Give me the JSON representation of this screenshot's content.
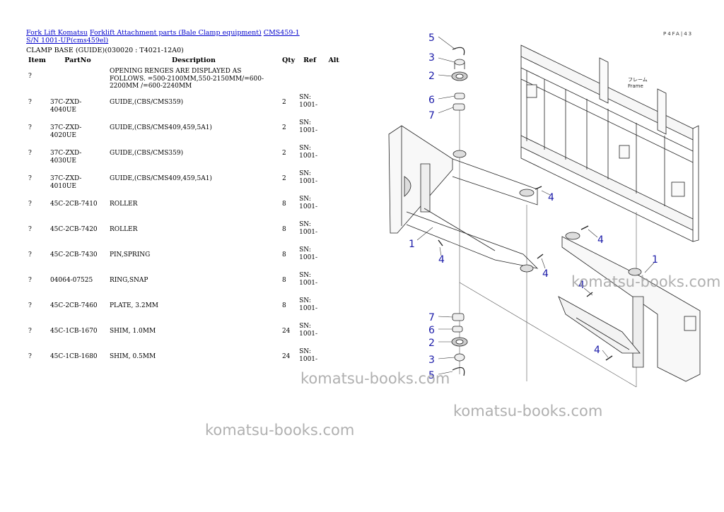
{
  "breadcrumbs": [
    {
      "label": "Fork Lift Komatsu"
    },
    {
      "label": "Forklift Attachment parts (Bale Clamp equipment)"
    },
    {
      "label": "CMS459-1 S/N 1001-UP(cms459el)"
    }
  ],
  "subtitle": "CLAMP BASE (GUIDE)(030020 : T4021-12A0)",
  "table": {
    "headers": [
      "Item",
      "PartNo",
      "Description",
      "Qty",
      "Ref",
      "Alt"
    ],
    "rows": [
      {
        "item": "?",
        "part": "",
        "desc": "OPENING RENGES ARE DISPLAYED AS FOLLOWS. =500-2100MM,550-2150MM/=600-2200MM /=600-2240MM",
        "qty": "",
        "ref": ""
      },
      {
        "item": "?",
        "part": "37C-ZXD-4040UE",
        "desc": "GUIDE,(CBS/CMS359)",
        "qty": "2",
        "ref": "SN: 1001-"
      },
      {
        "item": "?",
        "part": "37C-ZXD-4020UE",
        "desc": "GUIDE,(CBS/CMS409,459,5A1)",
        "qty": "2",
        "ref": "SN: 1001-"
      },
      {
        "item": "?",
        "part": "37C-ZXD-4030UE",
        "desc": "GUIDE,(CBS/CMS359)",
        "qty": "2",
        "ref": "SN: 1001-"
      },
      {
        "item": "?",
        "part": "37C-ZXD-4010UE",
        "desc": "GUIDE,(CBS/CMS409,459,5A1)",
        "qty": "2",
        "ref": "SN: 1001-"
      },
      {
        "item": "?",
        "part": "45C-2CB-7410",
        "desc": "ROLLER",
        "qty": "8",
        "ref": "SN: 1001-"
      },
      {
        "item": "?",
        "part": "45C-2CB-7420",
        "desc": "ROLLER",
        "qty": "8",
        "ref": "SN: 1001-"
      },
      {
        "item": "?",
        "part": "45C-2CB-7430",
        "desc": "PIN,SPRING",
        "qty": "8",
        "ref": "SN: 1001-"
      },
      {
        "item": "?",
        "part": "04064-07525",
        "desc": "RING,SNAP",
        "qty": "8",
        "ref": "SN: 1001-"
      },
      {
        "item": "?",
        "part": "45C-2CB-7460",
        "desc": "PLATE, 3.2MM",
        "qty": "8",
        "ref": "SN: 1001-"
      },
      {
        "item": "?",
        "part": "45C-1CB-1670",
        "desc": "SHIM, 1.0MM",
        "qty": "24",
        "ref": "SN: 1001-"
      },
      {
        "item": "?",
        "part": "45C-1CB-1680",
        "desc": "SHIM, 0.5MM",
        "qty": "24",
        "ref": "SN: 1001-"
      }
    ]
  },
  "diagram": {
    "code": "P4FA|43",
    "frame_label_jp": "フレーム",
    "frame_label_en": "Frame",
    "callouts": {
      "n1": "1",
      "n2": "2",
      "n3": "3",
      "n4": "4",
      "n5": "5",
      "n6": "6",
      "n7": "7"
    },
    "accent_color": "#1a1aa8"
  },
  "watermarks": [
    "komatsu-books.com",
    "komatsu-books.com",
    "komatsu-books.com",
    "komatsu-books.com"
  ]
}
